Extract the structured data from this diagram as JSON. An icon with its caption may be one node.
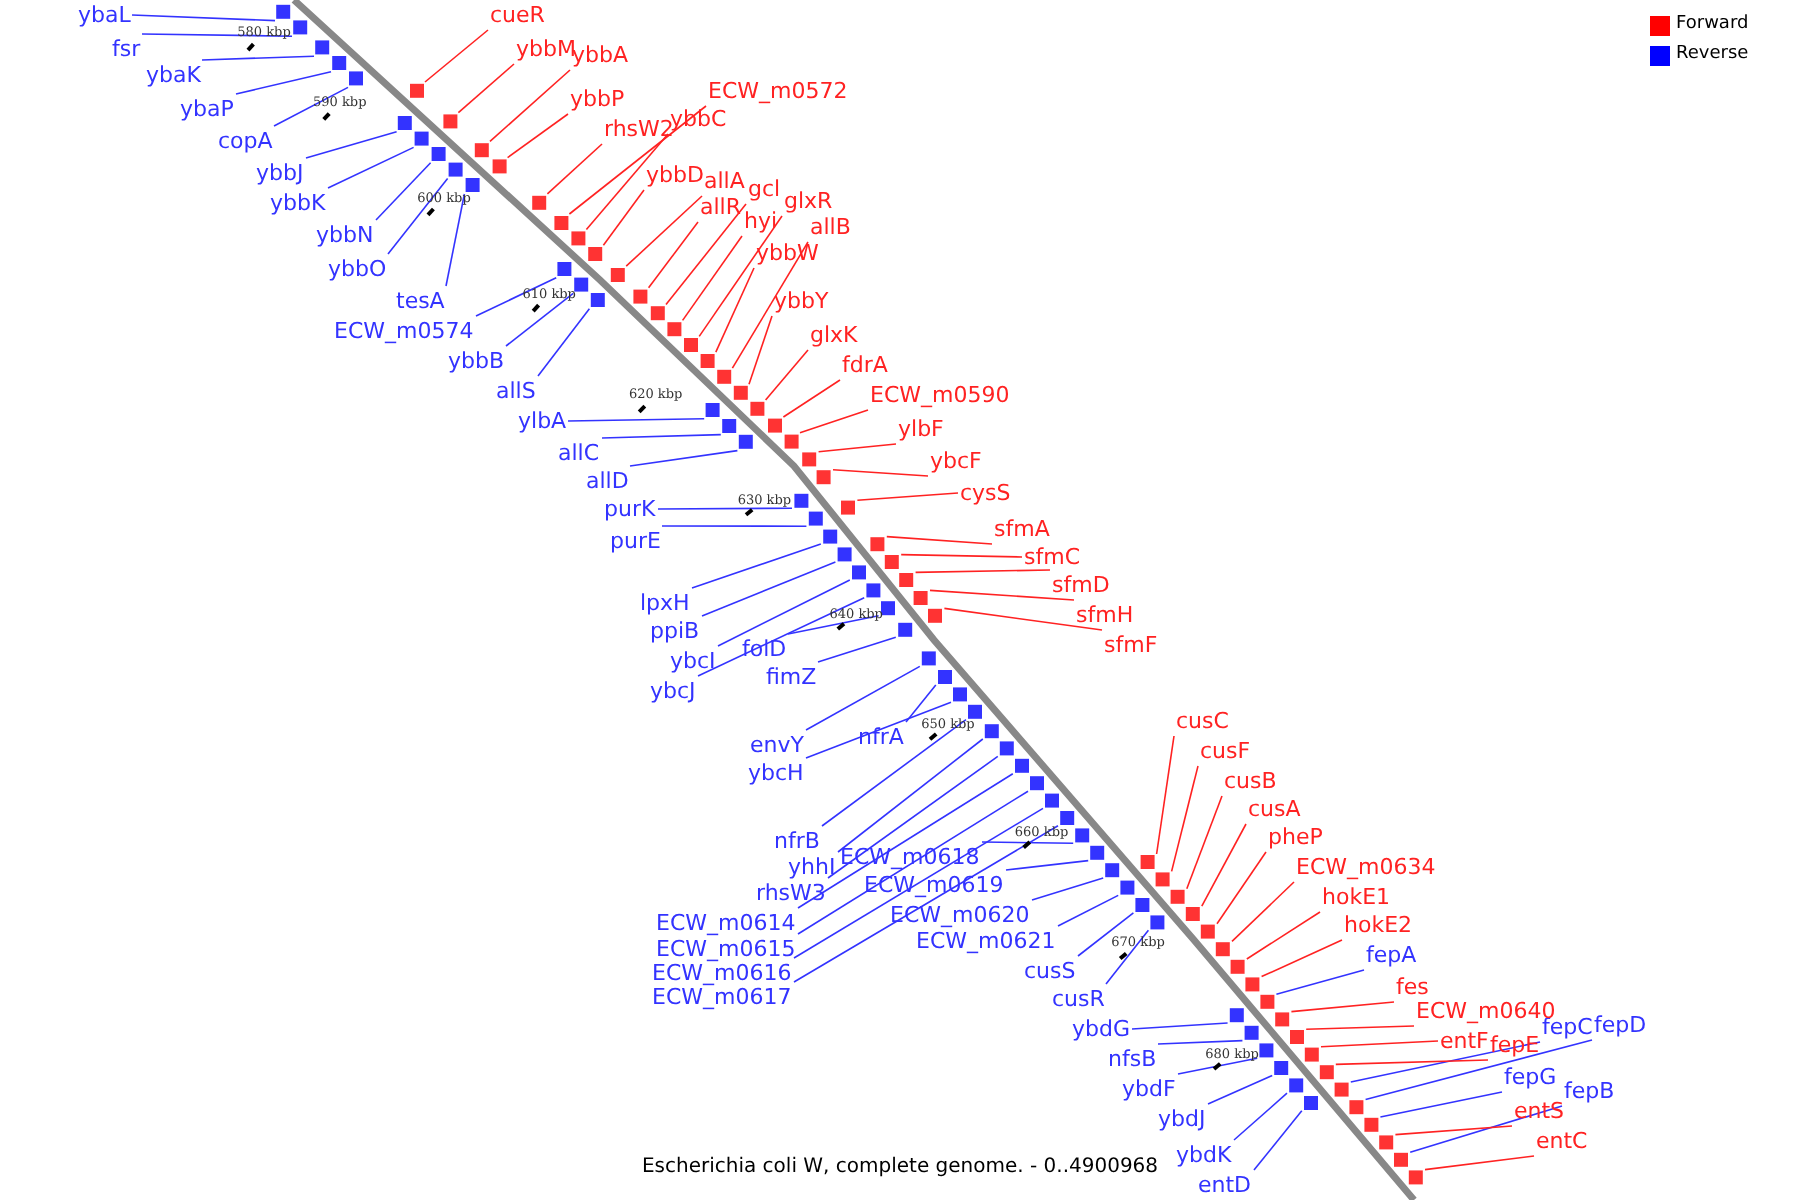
{
  "diagram": {
    "caption": "Escherichia coli W, complete genome. - 0..4900968",
    "nodes": [
      {
        "text": [
          "ybaL"
        ]
      },
      {
        "text": [
          "fsr"
        ]
      },
      {
        "text": [
          "ybaK"
        ]
      },
      {
        "text": [
          "ybaP"
        ]
      },
      {
        "text": [
          "copA"
        ]
      },
      {
        "text": [
          "ybbJ"
        ]
      },
      {
        "text": [
          "ybbK"
        ]
      },
      {
        "text": [
          "ybbN"
        ]
      },
      {
        "text": [
          "ybbO"
        ]
      },
      {
        "text": [
          "tesA"
        ]
      },
      {
        "text": [
          "ECW_m0574"
        ]
      },
      {
        "text": [
          "ybbB"
        ]
      },
      {
        "text": [
          "allS"
        ]
      },
      {
        "text": [
          "ylbA"
        ]
      },
      {
        "text": [
          "allC"
        ]
      },
      {
        "text": [
          "allD"
        ]
      },
      {
        "text": [
          "purK"
        ]
      },
      {
        "text": [
          "purE"
        ]
      },
      {
        "text": [
          "lpxH"
        ]
      },
      {
        "text": [
          "ppiB"
        ]
      },
      {
        "text": [
          "ybcI"
        ]
      },
      {
        "text": [
          "ybcJ"
        ]
      },
      {
        "text": [
          "folD"
        ]
      },
      {
        "text": [
          "fimZ"
        ]
      },
      {
        "text": [
          "envY"
        ]
      },
      {
        "text": [
          "ybcH"
        ]
      },
      {
        "text": [
          "nfrA"
        ]
      },
      {
        "text": [
          "nfrB"
        ]
      },
      {
        "text": [
          "yhhI"
        ]
      },
      {
        "text": [
          "rhsW3"
        ]
      },
      {
        "text": [
          "ECW_m0614"
        ]
      },
      {
        "text": [
          "ECW_m0615"
        ]
      },
      {
        "text": [
          "ECW_m0616"
        ]
      },
      {
        "text": [
          "ECW_m0617"
        ]
      },
      {
        "text": [
          "ECW_m0618"
        ]
      },
      {
        "text": [
          "ECW_m0619"
        ]
      },
      {
        "text": [
          "ECW_m0620"
        ]
      },
      {
        "text": [
          "ECW_m0621"
        ]
      },
      {
        "text": [
          "cusS"
        ]
      },
      {
        "text": [
          "cusR"
        ]
      },
      {
        "text": [
          "ybdG"
        ]
      },
      {
        "text": [
          "nfsB"
        ]
      },
      {
        "text": [
          "ybdF"
        ]
      },
      {
        "text": [
          "ybdJ"
        ]
      },
      {
        "text": [
          "ybdK"
        ]
      },
      {
        "text": [
          "entD"
        ]
      },
      {
        "text": [
          "fepA"
        ]
      },
      {
        "text": [
          "fepC"
        ]
      },
      {
        "text": [
          "fepD"
        ]
      },
      {
        "text": [
          "fepG"
        ]
      },
      {
        "text": [
          "fepB"
        ]
      },
      {
        "text": [
          "cueR"
        ]
      },
      {
        "text": [
          "ybbM"
        ]
      },
      {
        "text": [
          "ybbA"
        ]
      },
      {
        "text": [
          "ybbP"
        ]
      },
      {
        "text": [
          "ECW_m0572"
        ]
      },
      {
        "text": [
          "rhsW2"
        ]
      },
      {
        "text": [
          "ybbC"
        ]
      },
      {
        "text": [
          "ybbD"
        ]
      },
      {
        "text": [
          "allA"
        ]
      },
      {
        "text": [
          "allR"
        ]
      },
      {
        "text": [
          "gcl"
        ]
      },
      {
        "text": [
          "hyi"
        ]
      },
      {
        "text": [
          "glxR"
        ]
      },
      {
        "text": [
          "allB"
        ]
      },
      {
        "text": [
          "ybbW"
        ]
      },
      {
        "text": [
          "ybbY"
        ]
      },
      {
        "text": [
          "glxK"
        ]
      },
      {
        "text": [
          "fdrA"
        ]
      },
      {
        "text": [
          "ECW_m0590"
        ]
      },
      {
        "text": [
          "ylbF"
        ]
      },
      {
        "text": [
          "ybcF"
        ]
      },
      {
        "text": [
          "cysS"
        ]
      },
      {
        "text": [
          "sfmA"
        ]
      },
      {
        "text": [
          "sfmC"
        ]
      },
      {
        "text": [
          "sfmD"
        ]
      },
      {
        "text": [
          "sfmH"
        ]
      },
      {
        "text": [
          "sfmF"
        ]
      },
      {
        "text": [
          "cusC"
        ]
      },
      {
        "text": [
          "cusF"
        ]
      },
      {
        "text": [
          "cusB"
        ]
      },
      {
        "text": [
          "cusA"
        ]
      },
      {
        "text": [
          "pheP"
        ]
      },
      {
        "text": [
          "ECW_m0634"
        ]
      },
      {
        "text": [
          "hokE1"
        ]
      },
      {
        "text": [
          "hokE2"
        ]
      },
      {
        "text": [
          "fes"
        ]
      },
      {
        "text": [
          "ECW_m0640"
        ]
      },
      {
        "text": [
          "entF"
        ]
      },
      {
        "text": [
          "fepE"
        ]
      },
      {
        "text": [
          "entS"
        ]
      },
      {
        "text": [
          "entC"
        ]
      },
      {
        "text": [],
        "shape": "box"
      },
      {
        "text": [],
        "shape": "box"
      },
      {
        "text": [],
        "shape": "box"
      },
      {
        "text": [],
        "shape": "box"
      },
      {
        "text": [],
        "shape": "box"
      },
      {
        "text": [],
        "shape": "box"
      },
      {
        "text": [],
        "shape": "box"
      },
      {
        "text": [],
        "shape": "box"
      },
      {
        "text": [],
        "shape": "box"
      },
      {
        "text": [],
        "shape": "box"
      },
      {
        "text": [],
        "shape": "box"
      },
      {
        "text": [],
        "shape": "box"
      },
      {
        "text": [],
        "shape": "box"
      },
      {
        "text": [],
        "shape": "box"
      },
      {
        "text": [],
        "shape": "box"
      },
      {
        "text": [],
        "shape": "box"
      },
      {
        "text": [],
        "shape": "box"
      },
      {
        "text": [],
        "shape": "box"
      },
      {
        "text": [],
        "shape": "box"
      },
      {
        "text": [],
        "shape": "box"
      },
      {
        "text": [],
        "shape": "box"
      },
      {
        "text": [],
        "shape": "box"
      },
      {
        "text": [],
        "shape": "box"
      },
      {
        "text": [],
        "shape": "box"
      },
      {
        "text": [],
        "shape": "box"
      },
      {
        "text": [],
        "shape": "box"
      },
      {
        "text": [],
        "shape": "box"
      },
      {
        "text": [],
        "shape": "box"
      },
      {
        "text": [],
        "shape": "box"
      },
      {
        "text": [],
        "shape": "box"
      },
      {
        "text": [],
        "shape": "box"
      },
      {
        "text": [],
        "shape": "box"
      },
      {
        "text": [],
        "shape": "box"
      },
      {
        "text": [],
        "shape": "box"
      },
      {
        "text": [],
        "shape": "box"
      },
      {
        "text": [],
        "shape": "box"
      },
      {
        "text": [],
        "shape": "box"
      },
      {
        "text": [],
        "shape": "box"
      },
      {
        "text": [],
        "shape": "box"
      },
      {
        "text": [],
        "shape": "box"
      },
      {
        "text": [],
        "shape": "box"
      },
      {
        "text": [],
        "shape": "box"
      },
      {
        "text": [],
        "shape": "box"
      },
      {
        "text": [],
        "shape": "box"
      },
      {
        "text": [],
        "shape": "box"
      },
      {
        "text": [],
        "shape": "box"
      },
      {
        "text": [],
        "shape": "box"
      },
      {
        "text": [],
        "shape": "box"
      },
      {
        "text": [],
        "shape": "box"
      },
      {
        "text": [],
        "shape": "box"
      },
      {
        "text": [],
        "shape": "box"
      },
      {
        "text": [],
        "shape": "box"
      },
      {
        "text": [],
        "shape": "box"
      },
      {
        "text": [],
        "shape": "box"
      },
      {
        "text": [],
        "shape": "box"
      },
      {
        "text": [],
        "shape": "box"
      },
      {
        "text": [],
        "shape": "box"
      },
      {
        "text": [],
        "shape": "box"
      },
      {
        "text": [],
        "shape": "box"
      },
      {
        "text": [],
        "shape": "box"
      },
      {
        "text": [],
        "shape": "box"
      },
      {
        "text": [],
        "shape": "box"
      },
      {
        "text": [],
        "shape": "box"
      },
      {
        "text": [],
        "shape": "box"
      },
      {
        "text": [],
        "shape": "box"
      },
      {
        "text": [],
        "shape": "box"
      },
      {
        "text": [],
        "shape": "box"
      },
      {
        "text": [],
        "shape": "box"
      },
      {
        "text": [],
        "shape": "box"
      },
      {
        "text": [],
        "shape": "box"
      },
      {
        "text": [],
        "shape": "box"
      },
      {
        "text": [],
        "shape": "box"
      },
      {
        "text": [],
        "shape": "box"
      },
      {
        "text": [],
        "shape": "box"
      },
      {
        "text": [],
        "shape": "box"
      },
      {
        "text": [],
        "shape": "box"
      },
      {
        "text": [],
        "shape": "box"
      },
      {
        "text": [],
        "shape": "box"
      },
      {
        "text": [],
        "shape": "box"
      },
      {
        "text": [],
        "shape": "box"
      },
      {
        "text": [],
        "shape": "box"
      },
      {
        "text": [],
        "shape": "box"
      },
      {
        "text": [],
        "shape": "box"
      },
      {
        "text": [],
        "shape": "box"
      },
      {
        "text": [],
        "shape": "box"
      },
      {
        "text": [],
        "shape": "box"
      },
      {
        "text": [],
        "shape": "box"
      },
      {
        "text": [],
        "shape": "box"
      },
      {
        "text": [],
        "shape": "box"
      },
      {
        "text": [],
        "shape": "box"
      },
      {
        "text": [],
        "shape": "box"
      },
      {
        "text": [],
        "shape": "box"
      }
    ],
    "edges": [
      {
        "from": 0,
        "to": 92,
        "arrow": "none",
        "color": "#3333ff"
      },
      {
        "from": 1,
        "to": 93,
        "arrow": "none",
        "color": "#3333ff"
      },
      {
        "from": 2,
        "to": 94,
        "arrow": "none",
        "color": "#3333ff"
      },
      {
        "from": 3,
        "to": 95,
        "arrow": "none",
        "color": "#3333ff"
      },
      {
        "from": 4,
        "to": 96,
        "arrow": "none",
        "color": "#3333ff"
      },
      {
        "from": 5,
        "to": 97,
        "arrow": "none",
        "color": "#3333ff"
      },
      {
        "from": 6,
        "to": 98,
        "arrow": "none",
        "color": "#3333ff"
      },
      {
        "from": 7,
        "to": 99,
        "arrow": "none",
        "color": "#3333ff"
      },
      {
        "from": 8,
        "to": 100,
        "arrow": "none",
        "color": "#3333ff"
      },
      {
        "from": 9,
        "to": 101,
        "arrow": "none",
        "color": "#3333ff"
      },
      {
        "from": 10,
        "to": 102,
        "arrow": "none",
        "color": "#3333ff"
      },
      {
        "from": 11,
        "to": 103,
        "arrow": "none",
        "color": "#3333ff"
      },
      {
        "from": 12,
        "to": 104,
        "arrow": "none",
        "color": "#3333ff"
      },
      {
        "from": 13,
        "to": 105,
        "arrow": "none",
        "color": "#3333ff"
      },
      {
        "from": 14,
        "to": 106,
        "arrow": "none",
        "color": "#3333ff"
      },
      {
        "from": 15,
        "to": 107,
        "arrow": "none",
        "color": "#3333ff"
      },
      {
        "from": 16,
        "to": 108,
        "arrow": "none",
        "color": "#3333ff"
      },
      {
        "from": 17,
        "to": 109,
        "arrow": "none",
        "color": "#3333ff"
      },
      {
        "from": 18,
        "to": 110,
        "arrow": "none",
        "color": "#3333ff"
      },
      {
        "from": 19,
        "to": 111,
        "arrow": "none",
        "color": "#3333ff"
      },
      {
        "from": 20,
        "to": 112,
        "arrow": "none",
        "color": "#3333ff"
      },
      {
        "from": 21,
        "to": 113,
        "arrow": "none",
        "color": "#3333ff"
      },
      {
        "from": 22,
        "to": 114,
        "arrow": "none",
        "color": "#3333ff"
      },
      {
        "from": 23,
        "to": 115,
        "arrow": "none",
        "color": "#3333ff"
      },
      {
        "from": 24,
        "to": 116,
        "arrow": "none",
        "color": "#3333ff"
      },
      {
        "from": 25,
        "to": 117,
        "arrow": "none",
        "color": "#3333ff"
      },
      {
        "from": 26,
        "to": 118,
        "arrow": "none",
        "color": "#3333ff"
      },
      {
        "from": 27,
        "to": 119,
        "arrow": "none",
        "color": "#3333ff"
      },
      {
        "from": 28,
        "to": 120,
        "arrow": "none",
        "color": "#3333ff"
      },
      {
        "from": 29,
        "to": 121,
        "arrow": "none",
        "color": "#3333ff"
      },
      {
        "from": 30,
        "to": 122,
        "arrow": "none",
        "color": "#3333ff"
      },
      {
        "from": 31,
        "to": 123,
        "arrow": "none",
        "color": "#3333ff"
      },
      {
        "from": 32,
        "to": 124,
        "arrow": "none",
        "color": "#3333ff"
      },
      {
        "from": 33,
        "to": 125,
        "arrow": "none",
        "color": "#3333ff"
      },
      {
        "from": 34,
        "to": 126,
        "arrow": "none",
        "color": "#3333ff"
      },
      {
        "from": 35,
        "to": 127,
        "arrow": "none",
        "color": "#3333ff"
      },
      {
        "from": 36,
        "to": 128,
        "arrow": "none",
        "color": "#3333ff"
      },
      {
        "from": 37,
        "to": 129,
        "arrow": "none",
        "color": "#3333ff"
      },
      {
        "from": 38,
        "to": 130,
        "arrow": "none",
        "color": "#3333ff"
      },
      {
        "from": 39,
        "to": 131,
        "arrow": "none",
        "color": "#3333ff"
      },
      {
        "from": 40,
        "to": 132,
        "arrow": "none",
        "color": "#3333ff"
      },
      {
        "from": 41,
        "to": 133,
        "arrow": "none",
        "color": "#3333ff"
      },
      {
        "from": 42,
        "to": 134,
        "arrow": "none",
        "color": "#3333ff"
      },
      {
        "from": 43,
        "to": 135,
        "arrow": "none",
        "color": "#3333ff"
      },
      {
        "from": 44,
        "to": 136,
        "arrow": "none",
        "color": "#3333ff"
      },
      {
        "from": 45,
        "to": 137,
        "arrow": "none",
        "color": "#3333ff"
      },
      {
        "from": 46,
        "to": 138,
        "arrow": "none",
        "color": "#3333ff"
      },
      {
        "from": 47,
        "to": 139,
        "arrow": "none",
        "color": "#3333ff"
      },
      {
        "from": 48,
        "to": 140,
        "arrow": "none",
        "color": "#3333ff"
      },
      {
        "from": 49,
        "to": 141,
        "arrow": "none",
        "color": "#3333ff"
      },
      {
        "from": 50,
        "to": 142,
        "arrow": "none",
        "color": "#3333ff"
      },
      {
        "from": 51,
        "to": 143,
        "arrow": "none",
        "color": "#ff2222"
      },
      {
        "from": 52,
        "to": 144,
        "arrow": "none",
        "color": "#ff2222"
      },
      {
        "from": 53,
        "to": 145,
        "arrow": "none",
        "color": "#ff2222"
      },
      {
        "from": 54,
        "to": 146,
        "arrow": "none",
        "color": "#ff2222"
      },
      {
        "from": 55,
        "to": 147,
        "arrow": "none",
        "color": "#ff2222"
      },
      {
        "from": 56,
        "to": 148,
        "arrow": "none",
        "color": "#ff2222"
      },
      {
        "from": 57,
        "to": 149,
        "arrow": "none",
        "color": "#ff2222"
      },
      {
        "from": 58,
        "to": 150,
        "arrow": "none",
        "color": "#ff2222"
      },
      {
        "from": 59,
        "to": 151,
        "arrow": "none",
        "color": "#ff2222"
      },
      {
        "from": 60,
        "to": 152,
        "arrow": "none",
        "color": "#ff2222"
      },
      {
        "from": 61,
        "to": 153,
        "arrow": "none",
        "color": "#ff2222"
      },
      {
        "from": 62,
        "to": 154,
        "arrow": "none",
        "color": "#ff2222"
      },
      {
        "from": 63,
        "to": 155,
        "arrow": "none",
        "color": "#ff2222"
      },
      {
        "from": 64,
        "to": 156,
        "arrow": "none",
        "color": "#ff2222"
      },
      {
        "from": 65,
        "to": 157,
        "arrow": "none",
        "color": "#ff2222"
      },
      {
        "from": 66,
        "to": 158,
        "arrow": "none",
        "color": "#ff2222"
      },
      {
        "from": 67,
        "to": 159,
        "arrow": "none",
        "color": "#ff2222"
      },
      {
        "from": 68,
        "to": 160,
        "arrow": "none",
        "color": "#ff2222"
      },
      {
        "from": 69,
        "to": 161,
        "arrow": "none",
        "color": "#ff2222"
      },
      {
        "from": 70,
        "to": 162,
        "arrow": "none",
        "color": "#ff2222"
      },
      {
        "from": 71,
        "to": 163,
        "arrow": "none",
        "color": "#ff2222"
      },
      {
        "from": 72,
        "to": 164,
        "arrow": "none",
        "color": "#ff2222"
      },
      {
        "from": 73,
        "to": 165,
        "arrow": "none",
        "color": "#ff2222"
      },
      {
        "from": 74,
        "to": 166,
        "arrow": "none",
        "color": "#ff2222"
      },
      {
        "from": 75,
        "to": 167,
        "arrow": "none",
        "color": "#ff2222"
      },
      {
        "from": 76,
        "to": 168,
        "arrow": "none",
        "color": "#ff2222"
      },
      {
        "from": 77,
        "to": 169,
        "arrow": "none",
        "color": "#ff2222"
      },
      {
        "from": 78,
        "to": 170,
        "arrow": "none",
        "color": "#ff2222"
      },
      {
        "from": 79,
        "to": 171,
        "arrow": "none",
        "color": "#ff2222"
      },
      {
        "from": 80,
        "to": 172,
        "arrow": "none",
        "color": "#ff2222"
      },
      {
        "from": 81,
        "to": 173,
        "arrow": "none",
        "color": "#ff2222"
      },
      {
        "from": 82,
        "to": 174,
        "arrow": "none",
        "color": "#ff2222"
      },
      {
        "from": 83,
        "to": 175,
        "arrow": "none",
        "color": "#ff2222"
      },
      {
        "from": 84,
        "to": 176,
        "arrow": "none",
        "color": "#ff2222"
      },
      {
        "from": 85,
        "to": 177,
        "arrow": "none",
        "color": "#ff2222"
      },
      {
        "from": 86,
        "to": 178,
        "arrow": "none",
        "color": "#ff2222"
      },
      {
        "from": 87,
        "to": 179,
        "arrow": "none",
        "color": "#ff2222"
      },
      {
        "from": 88,
        "to": 180,
        "arrow": "none",
        "color": "#ff2222"
      },
      {
        "from": 89,
        "to": 181,
        "arrow": "none",
        "color": "#ff2222"
      },
      {
        "from": 90,
        "to": 182,
        "arrow": "none",
        "color": "#ff2222"
      },
      {
        "from": 91,
        "to": 183,
        "arrow": "none",
        "color": "#ff2222"
      }
    ],
    "labels": [
      "580 kbp",
      "590 kbp",
      "600 kbp",
      "610 kbp",
      "620 kbp",
      "630 kbp",
      "640 kbp",
      "650 kbp",
      "660 kbp",
      "670 kbp",
      "680 kbp"
    ],
    "legend": [
      {
        "text": "Forward",
        "color": "#ff0000"
      },
      {
        "text": "Reverse",
        "color": "#0000ff"
      }
    ]
  }
}
